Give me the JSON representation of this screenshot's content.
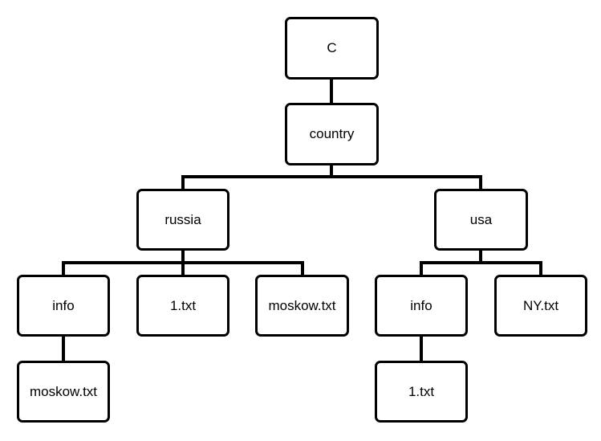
{
  "tree": {
    "root": "C",
    "country": "country",
    "russia": {
      "label": "russia",
      "info": {
        "label": "info",
        "child": "moskow.txt"
      },
      "file1": "1.txt",
      "file2": "moskow.txt"
    },
    "usa": {
      "label": "usa",
      "info": {
        "label": "info",
        "child": "1.txt"
      },
      "file1": "NY.txt"
    }
  },
  "colors": {
    "stroke": "#000000",
    "background": "#ffffff"
  }
}
